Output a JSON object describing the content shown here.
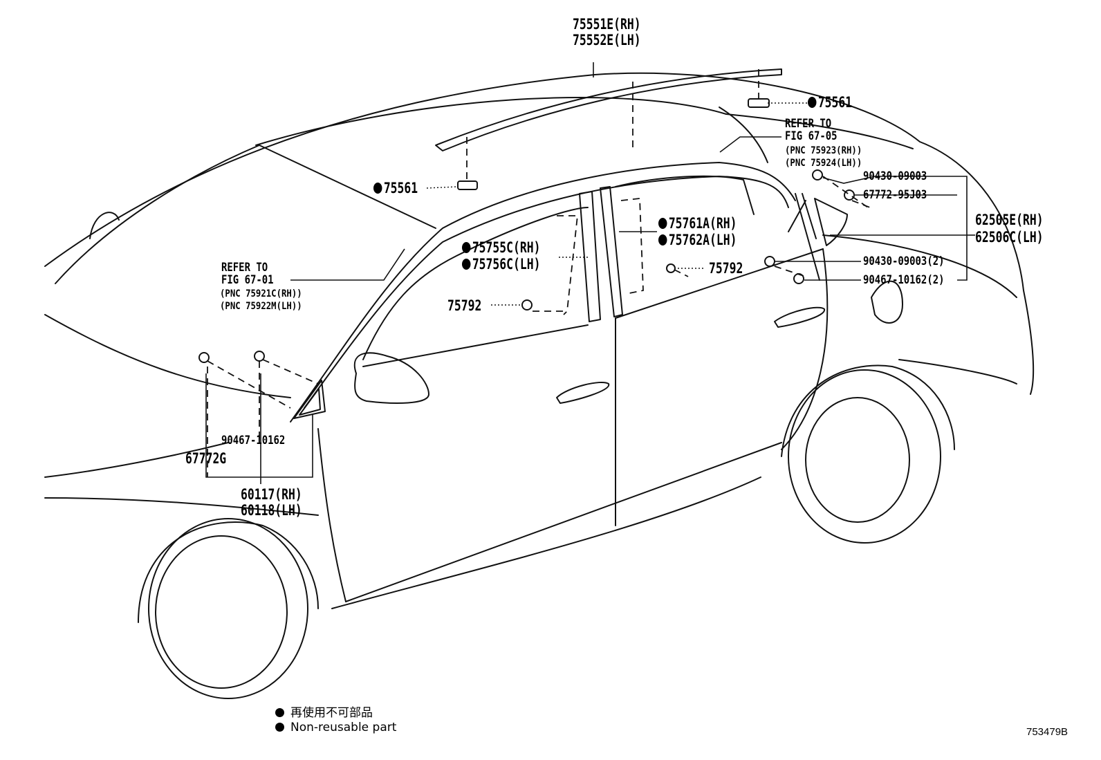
{
  "labels": {
    "roof_molding_rh": "75551E(RH)",
    "roof_molding_lh": "75552E(LH)",
    "clip_75561_right": "75561",
    "clip_75561_left": "75561",
    "refer_right_line1": "REFER TO",
    "refer_right_line2": "FIG 67-05",
    "refer_right_pnc1": "(PNC 75923(RH))",
    "refer_right_pnc2": "(PNC 75924(LH))",
    "part_90430_09003": "90430-09003",
    "part_67772_95j03": "67772-95J03",
    "part_62505e_rh": "62505E(RH)",
    "part_62506c_lh": "62506C(LH)",
    "part_75761a_rh": "75761A(RH)",
    "part_75762a_lh": "75762A(LH)",
    "part_75755c_rh": "75755C(RH)",
    "part_75756c_lh": "75756C(LH)",
    "part_75792_right": "75792",
    "part_75792_left": "75792",
    "part_90430_09003_2": "90430-09003(2)",
    "part_90467_10162_2": "90467-10162(2)",
    "refer_left_line1": "REFER TO",
    "refer_left_line2": "FIG 67-01",
    "refer_left_pnc1": "(PNC 75921C(RH))",
    "refer_left_pnc2": "(PNC 75922M(LH))",
    "part_90467_10162": "90467-10162",
    "part_67772g": "67772G",
    "part_60117_rh": "60117(RH)",
    "part_60118_lh": "60118(LH)"
  },
  "legend": {
    "japanese": "再使用不可部品",
    "english": "Non-reusable part"
  },
  "figure_number": "753479B"
}
